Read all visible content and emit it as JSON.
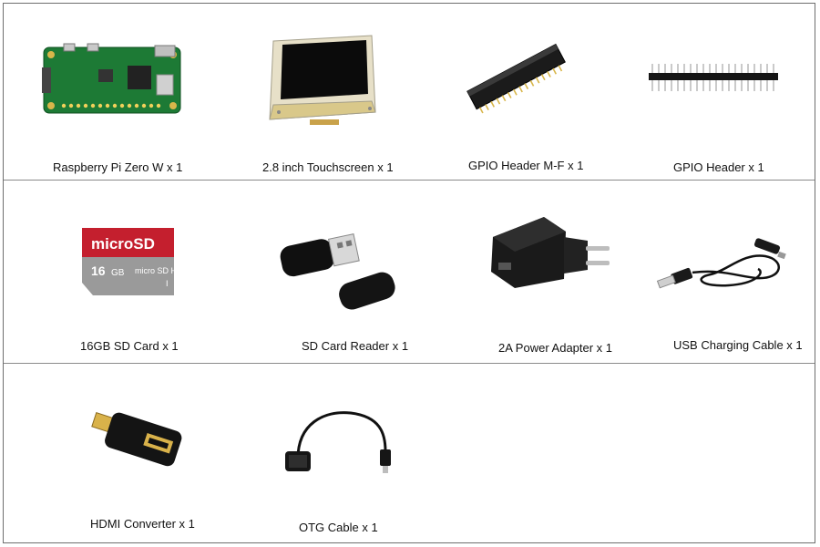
{
  "items": [
    {
      "label": "Raspberry Pi Zero W x 1",
      "icon": "raspberry-pi-zero-board"
    },
    {
      "label": "2.8 inch Touchscreen x 1",
      "icon": "touchscreen-panel"
    },
    {
      "label": "GPIO Header M-F x 1",
      "icon": "female-pin-header"
    },
    {
      "label": "GPIO Header x 1",
      "icon": "male-pin-header"
    },
    {
      "label": "16GB SD Card x 1",
      "icon": "microsd-card"
    },
    {
      "label": "SD Card Reader x 1",
      "icon": "usb-card-reader"
    },
    {
      "label": "2A Power Adapter x 1",
      "icon": "wall-power-adapter"
    },
    {
      "label": "USB Charging Cable x 1",
      "icon": "usb-cable-with-switch"
    },
    {
      "label": "HDMI Converter x 1",
      "icon": "mini-hdmi-adapter"
    },
    {
      "label": "OTG Cable x 1",
      "icon": "otg-cable"
    }
  ],
  "sd_card": {
    "brand": "microSD",
    "capacity": "16",
    "unit": "GB",
    "logo": "micro SD HC",
    "class": "I"
  }
}
